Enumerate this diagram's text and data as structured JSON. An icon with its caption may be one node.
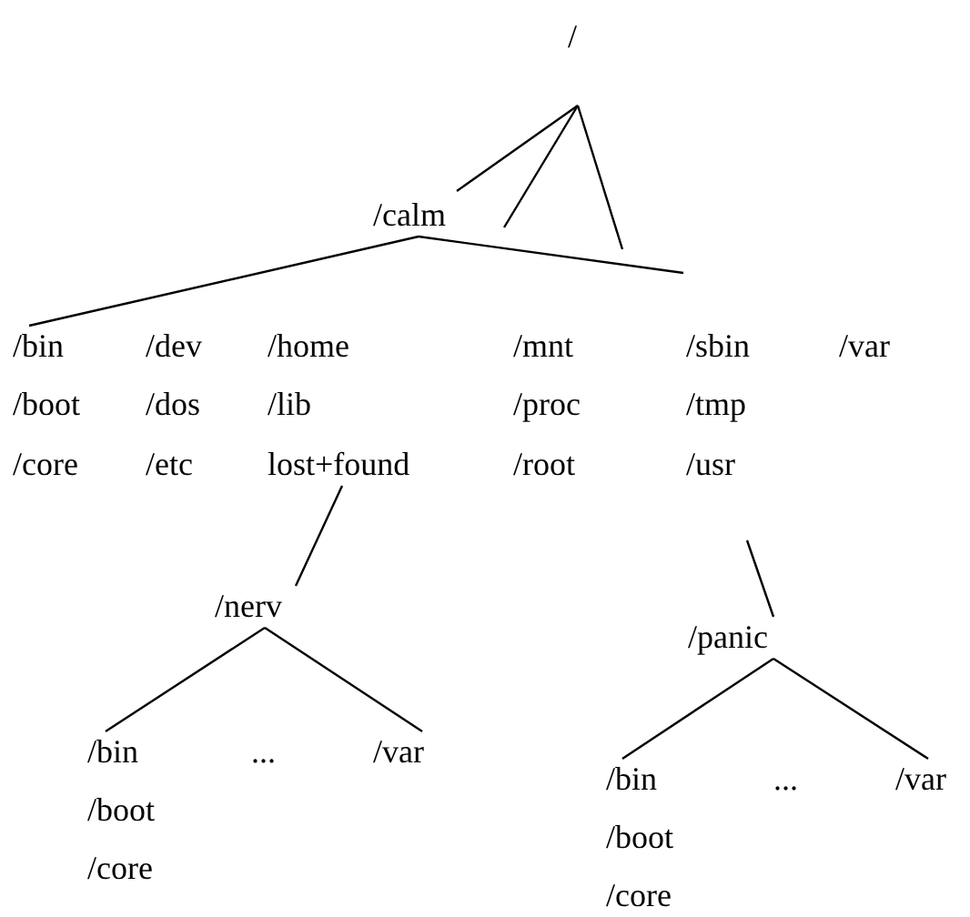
{
  "diagram": {
    "nodes": [
      {
        "text": [
          "/"
        ]
      },
      {
        "text": [
          "/calm"
        ]
      },
      {
        "text": [
          "/bin"
        ]
      },
      {
        "text": [
          "/dev"
        ]
      },
      {
        "text": [
          "/home"
        ]
      },
      {
        "text": [
          "/mnt"
        ]
      },
      {
        "text": [
          "/sbin"
        ]
      },
      {
        "text": [
          "/var"
        ]
      },
      {
        "text": [
          "/boot"
        ]
      },
      {
        "text": [
          "/dos"
        ]
      },
      {
        "text": [
          "/lib"
        ]
      },
      {
        "text": [
          "/proc"
        ]
      },
      {
        "text": [
          "/tmp"
        ]
      },
      {
        "text": [
          "/core"
        ]
      },
      {
        "text": [
          "/etc"
        ]
      },
      {
        "text": [
          "lost+found"
        ]
      },
      {
        "text": [
          "/root"
        ]
      },
      {
        "text": [
          "/usr"
        ]
      },
      {
        "text": [
          "/nerv"
        ]
      },
      {
        "text": [
          "/bin"
        ]
      },
      {
        "text": [
          "..."
        ]
      },
      {
        "text": [
          "/var"
        ]
      },
      {
        "text": [
          "/boot"
        ]
      },
      {
        "text": [
          "/core"
        ]
      },
      {
        "text": [
          "/panic"
        ]
      },
      {
        "text": [
          "/bin"
        ]
      },
      {
        "text": [
          "..."
        ]
      },
      {
        "text": [
          "/var"
        ]
      },
      {
        "text": [
          "/boot"
        ]
      },
      {
        "text": [
          "/core"
        ]
      }
    ],
    "edges": [
      {
        "from": 0,
        "to": 1,
        "arrow": "none"
      },
      {
        "from": 0,
        "to": null,
        "arrow": "none"
      },
      {
        "from": 0,
        "to": null,
        "arrow": "none"
      },
      {
        "from": 1,
        "to": 2,
        "arrow": "none"
      },
      {
        "from": 1,
        "to": 6,
        "arrow": "none"
      },
      {
        "from": 15,
        "to": 18,
        "arrow": "none"
      },
      {
        "from": 17,
        "to": 24,
        "arrow": "none"
      },
      {
        "from": 18,
        "to": 19,
        "arrow": "none"
      },
      {
        "from": 18,
        "to": 21,
        "arrow": "none"
      },
      {
        "from": 24,
        "to": 25,
        "arrow": "none"
      },
      {
        "from": 24,
        "to": 27,
        "arrow": "none"
      }
    ]
  }
}
